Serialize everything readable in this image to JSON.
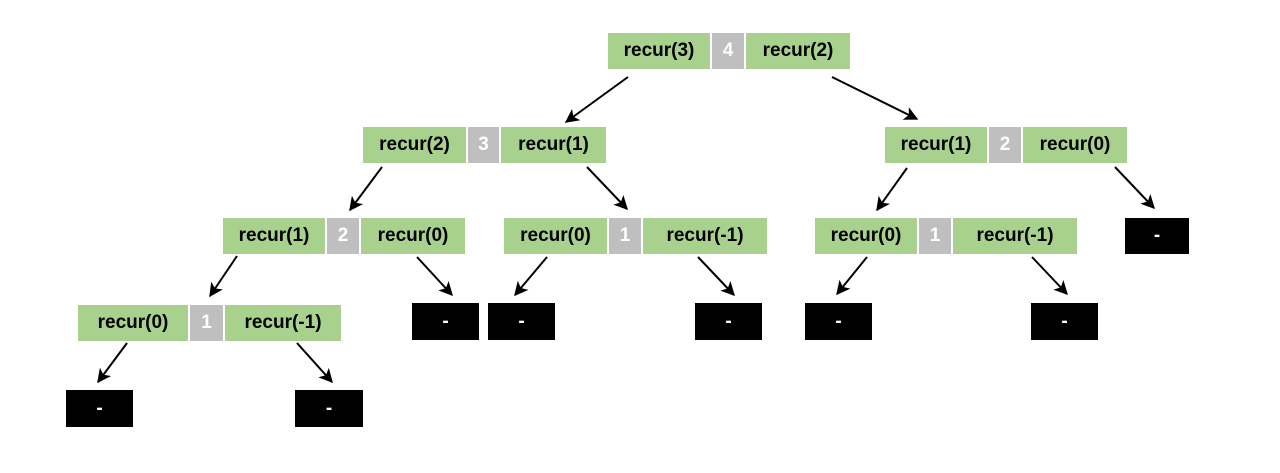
{
  "diagram": {
    "description": "recursion call tree",
    "colors": {
      "call_fill": "#a9d18e",
      "count_fill": "#bfbfbf",
      "count_text": "#ffffff",
      "leaf_fill": "#000000",
      "leaf_text": "#ffffff",
      "edge": "#000000",
      "call_text": "#000000",
      "background": "#ffffff"
    },
    "nodes": [
      {
        "id": "root",
        "left": "recur(3)",
        "count": "4",
        "right": "recur(2)"
      },
      {
        "id": "l2-left",
        "left": "recur(2)",
        "count": "3",
        "right": "recur(1)"
      },
      {
        "id": "l2-right",
        "left": "recur(1)",
        "count": "2",
        "right": "recur(0)"
      },
      {
        "id": "l3-left",
        "left": "recur(1)",
        "count": "2",
        "right": "recur(0)"
      },
      {
        "id": "l3-mid",
        "left": "recur(0)",
        "count": "1",
        "right": "recur(-1)"
      },
      {
        "id": "l3-right",
        "left": "recur(0)",
        "count": "1",
        "right": "recur(-1)"
      },
      {
        "id": "l4-left",
        "left": "recur(0)",
        "count": "1",
        "right": "recur(-1)"
      }
    ],
    "leaves": [
      {
        "label": "-"
      },
      {
        "label": "-"
      },
      {
        "label": "-"
      },
      {
        "label": "-"
      },
      {
        "label": "-"
      },
      {
        "label": "-"
      },
      {
        "label": "-"
      },
      {
        "label": "-"
      }
    ],
    "edges": [
      {
        "from": "root",
        "to": "l2-left"
      },
      {
        "from": "root",
        "to": "l2-right"
      },
      {
        "from": "l2-left",
        "to": "l3-left"
      },
      {
        "from": "l2-left",
        "to": "l3-mid"
      },
      {
        "from": "l2-right",
        "to": "l3-right"
      },
      {
        "from": "l2-right",
        "to": "leaf-5"
      },
      {
        "from": "l3-left",
        "to": "l4-left"
      },
      {
        "from": "l3-left",
        "to": "leaf-0"
      },
      {
        "from": "l3-mid",
        "to": "leaf-1"
      },
      {
        "from": "l3-mid",
        "to": "leaf-2"
      },
      {
        "from": "l3-right",
        "to": "leaf-3"
      },
      {
        "from": "l3-right",
        "to": "leaf-4"
      },
      {
        "from": "l4-left",
        "to": "leaf-6"
      },
      {
        "from": "l4-left",
        "to": "leaf-7"
      }
    ]
  }
}
